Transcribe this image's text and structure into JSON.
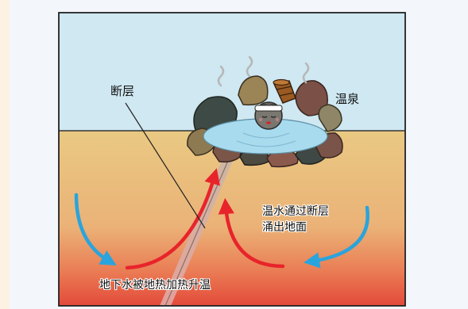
{
  "labels": {
    "fault": "断层",
    "hot_spring": "温泉",
    "rise_line1": "温水通过断层",
    "rise_line2": "涌出地面",
    "heated": "地下水被地热加热升温"
  },
  "colors": {
    "sky": "#cfe8f2",
    "ground_top": "#e9c983",
    "ground_bottom": "#e34a3a",
    "water": "#a9dbef",
    "red_arrow": "#e8242b",
    "blue_arrow": "#2aa4dc",
    "frame": "#222222"
  }
}
